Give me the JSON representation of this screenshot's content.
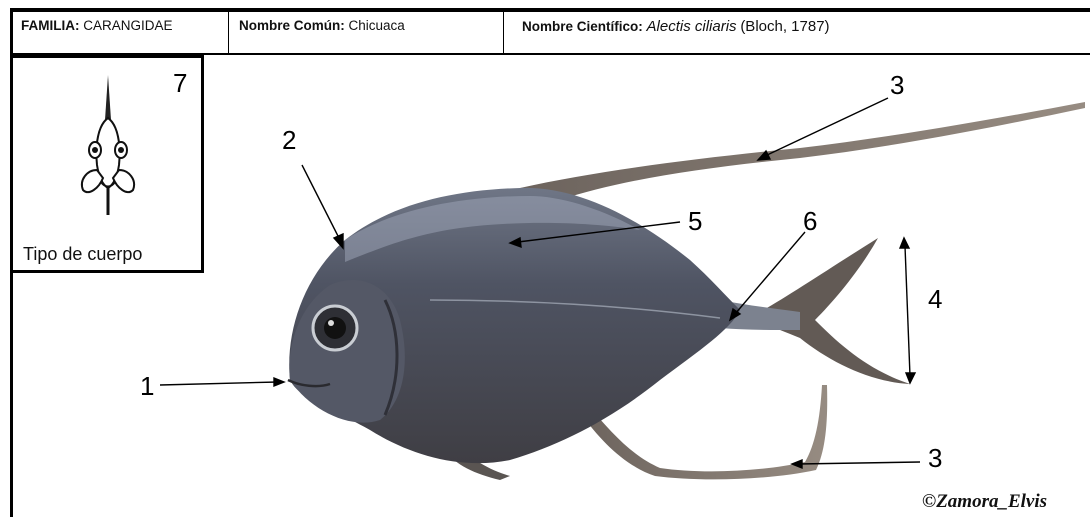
{
  "header": {
    "familia_label": "FAMILIA:",
    "familia_value": "CARANGIDAE",
    "comun_label": "Nombre Común:",
    "comun_value": "Chicuaca",
    "cientifico_label": "Nombre Científico:",
    "cientifico_value": "Alectis ciliaris",
    "autor": "(Bloch, 1787)"
  },
  "body_type": {
    "number": "7",
    "caption": "Tipo de cuerpo"
  },
  "labels": {
    "l1": "1",
    "l2": "2",
    "l3a": "3",
    "l3b": "3",
    "l4": "4",
    "l5": "5",
    "l6": "6"
  },
  "credit": "©Zamora_Elvis",
  "colors": {
    "border": "#000000",
    "fish_body": "#4b4d58",
    "fish_light": "#8a8f9e",
    "fin": "#7a6d62"
  }
}
